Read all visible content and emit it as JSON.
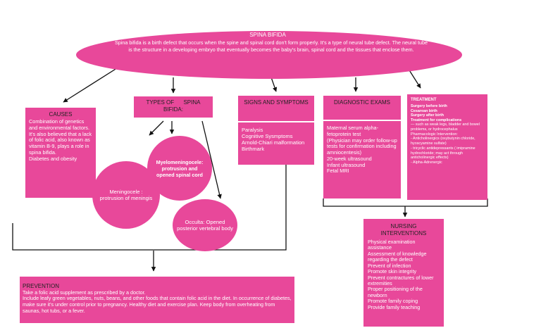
{
  "colors": {
    "accent": "#e8489a",
    "line": "#111111",
    "text_dark": "#222222",
    "text_light": "#ffffff"
  },
  "main": {
    "title": "SPINA BIFIDA",
    "description": "Spina bifida is a birth defect that occurs when the spine and spinal cord don't form properly. It's a type of neural tube defect. The neural tube is the structure in a developing embryo that eventually becomes the baby's brain, spinal cord and the tissues that enclose them."
  },
  "causes": {
    "title": "CAUSES",
    "text": "Combination of genetics and environmental factors.\n It's also believed that a lack of folic acid, also known as vitamin B-9, plays a role in spina bifida.\nDiabetes and obesity"
  },
  "types": {
    "title": "TYPES OF      SPINA BIFIDA:",
    "meningocele": "Meningocele : protrusion of meningis",
    "myelomeningocele": "Myelomeningocele: protrusion and opened spinal cord",
    "occulta": "Occulta: Opened posterior vertebral body"
  },
  "signs": {
    "title": "SIGNS AND SYMPTOMS",
    "text": "Paralysis\nCognitive Sysmptoms\nArnold-Chiari malformation\nBirthmark"
  },
  "diagnostic": {
    "title": "DIAGNOSTIC EXAMS",
    "text": "Maternal serum alpha-fetoprotein test\n(Physician may order follow-up tests for confirmation including amniocentesis)\n20-week ultrasound\nInfant ultrasound\nFetal MRI"
  },
  "treatment": {
    "title": "TREATMENT",
    "lines_bold": [
      "Surgery before birth",
      "Cesarean birth",
      "Surgery after birth",
      "Treatment for complications"
    ],
    "text": "— such as weak legs, bladder and bowel problems, or hydrocephalus\nPharmacologic Intervention:\n- Anticholinergics (oxybutynin chloride, hyoscyamine sulfate)\n- tricyclic antidepressants ( imipramine hydrochloride; may act through anticholinergic effects)\n- Alpha-Adrenergic"
  },
  "nursing": {
    "title": "NURSING INTERVENTIONS",
    "text": "Physical examination assistance\nAssessment of knowledge regarding the defect\nPrevent of infection\nPromote skin integrity\nPrevent contractures of lower extremities\nProper positioning of the newborn\nPromote family coping\nProvide family teaching"
  },
  "prevention": {
    "title": "PREVENTION",
    "text": "Take a folic acid supplement as prescribed by a doctor.\nInclude leafy green vegetables, nuts, beans, and other foods that contain folic acid in the diet.  In occurrence of diabetes, make sure it's under control prior to pregnancy. Healthy diet and exercise plan. Keep body from overheating from saunas, hot tubs, or a fever."
  }
}
